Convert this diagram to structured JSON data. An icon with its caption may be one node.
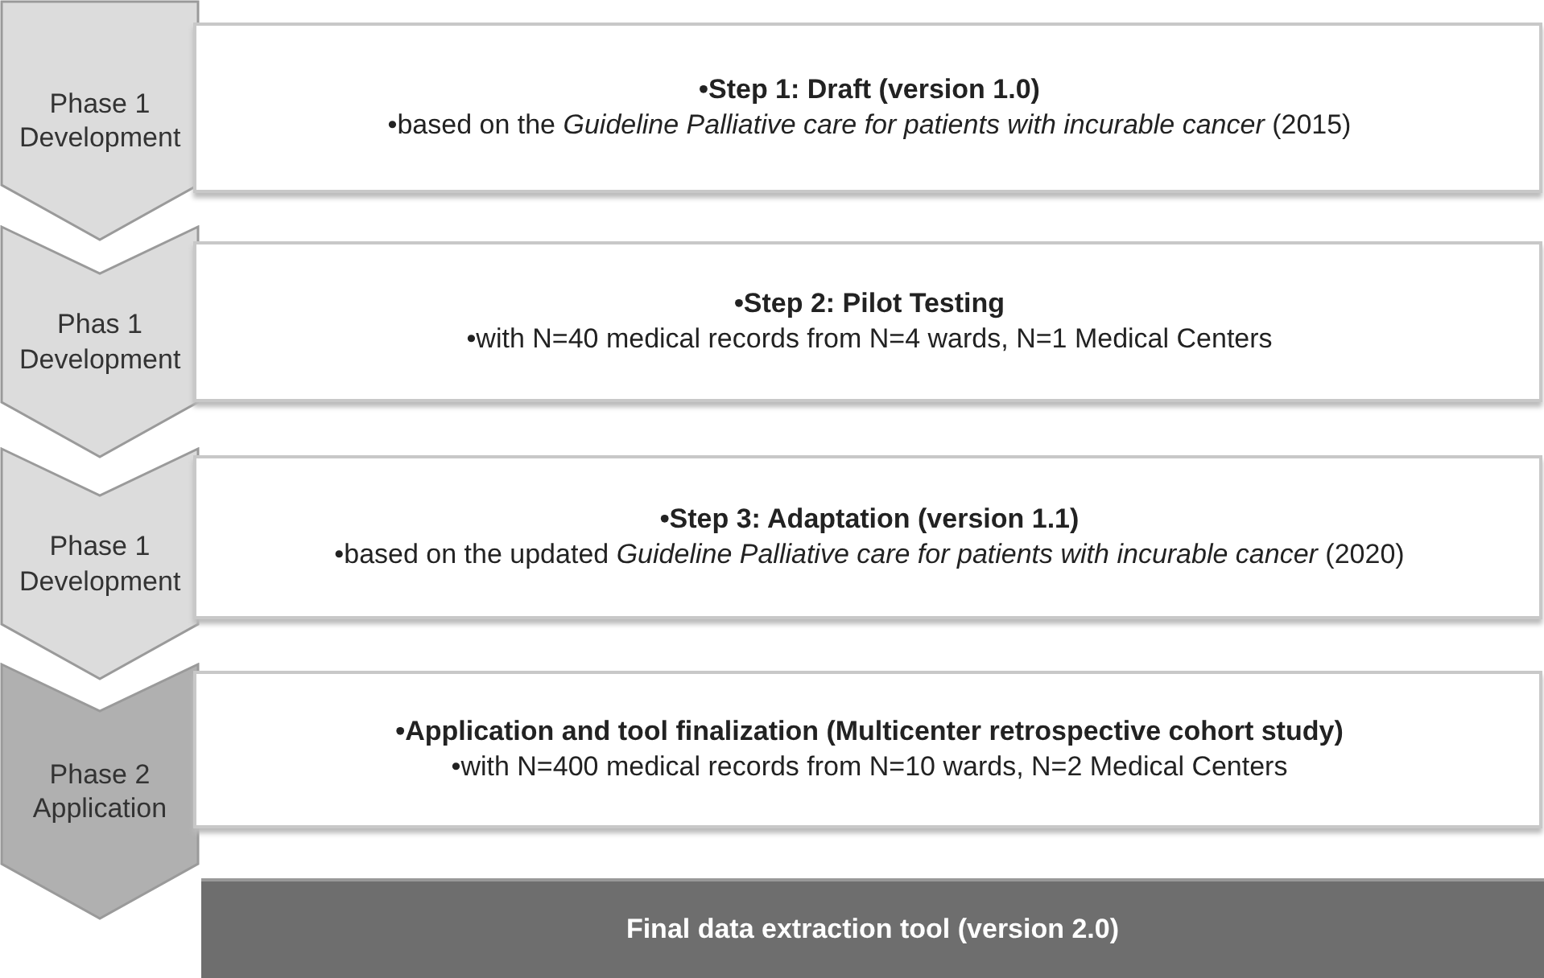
{
  "diagram": {
    "nodes": [
      {
        "text": [
          "Phase 1 Development"
        ]
      },
      {
        "text": [
          "•Step 1: Draft (version 1.0)",
          "•based on the *Guideline Palliative care for patients with incurable cancer* (2015)"
        ]
      },
      {
        "text": [
          "Phas 1 Development"
        ]
      },
      {
        "text": [
          "•Step 2: Pilot Testing",
          "•with N=40 medical records from N=4 wards, N=1 Medical Centers"
        ]
      },
      {
        "text": [
          "Phase 1 Development"
        ]
      },
      {
        "text": [
          "•Step 3: Adaptation (version 1.1)",
          "•based on the updated *Guideline Palliative care for patients with incurable cancer* (2020)"
        ]
      },
      {
        "text": [
          "Phase 2 Application"
        ]
      },
      {
        "text": [
          "•Application and tool finalization (Multicenter retrospective cohort study)",
          "•with N=400 medical records from N=10 wards, N=2 Medical Centers"
        ]
      },
      {
        "text": [
          "Final data extraction tool (version 2.0)"
        ]
      }
    ]
  }
}
